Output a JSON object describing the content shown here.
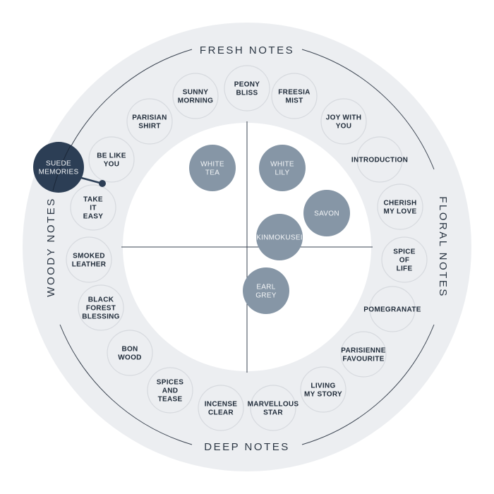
{
  "sections": {
    "fresh": "FRESH NOTES",
    "floral": "FLORAL NOTES",
    "deep": "DEEP NOTES",
    "woody": "WOODY NOTES"
  },
  "colors": {
    "ring": "#eceef1",
    "outline": "#d9dce1",
    "selected": "#2c3e55",
    "inner": "#8696a6",
    "line": "#3a4350"
  },
  "selected": {
    "lines": [
      "SUEDE",
      "MEMORIES"
    ]
  },
  "ring_items": [
    {
      "lines": [
        "PEONY",
        "BLISS"
      ]
    },
    {
      "lines": [
        "FREESIA",
        "MIST"
      ]
    },
    {
      "lines": [
        "JOY WITH",
        "YOU"
      ]
    },
    {
      "lines": [
        "INTRODUCTION"
      ]
    },
    {
      "lines": [
        "CHERISH",
        "MY LOVE"
      ]
    },
    {
      "lines": [
        "SPICE",
        "OF",
        "LIFE"
      ]
    },
    {
      "lines": [
        "POMEGRANATE"
      ]
    },
    {
      "lines": [
        "PARISIENNE",
        "FAVOURITE"
      ]
    },
    {
      "lines": [
        "LIVING",
        "MY STORY"
      ]
    },
    {
      "lines": [
        "MARVELLOUS",
        "STAR"
      ]
    },
    {
      "lines": [
        "INCENSE",
        "CLEAR"
      ]
    },
    {
      "lines": [
        "SPICES",
        "AND",
        "TEASE"
      ]
    },
    {
      "lines": [
        "BON",
        "WOOD"
      ]
    },
    {
      "lines": [
        "BLACK",
        "FOREST",
        "BLESSING"
      ]
    },
    {
      "lines": [
        "SMOKED",
        "LEATHER"
      ]
    },
    {
      "lines": [
        "TAKE",
        "IT",
        "EASY"
      ]
    },
    {
      "lines": [
        "BE LIKE",
        "YOU"
      ]
    },
    {
      "lines": [
        "PARISIAN",
        "SHIRT"
      ]
    },
    {
      "lines": [
        "SUNNY",
        "MORNING"
      ]
    }
  ],
  "inner_items": [
    {
      "lines": [
        "WHITE",
        "TEA"
      ]
    },
    {
      "lines": [
        "WHITE",
        "LILY"
      ]
    },
    {
      "lines": [
        "SAVON"
      ]
    },
    {
      "lines": [
        "KINMOKUSEI"
      ]
    },
    {
      "lines": [
        "EARL",
        "GREY"
      ]
    }
  ]
}
